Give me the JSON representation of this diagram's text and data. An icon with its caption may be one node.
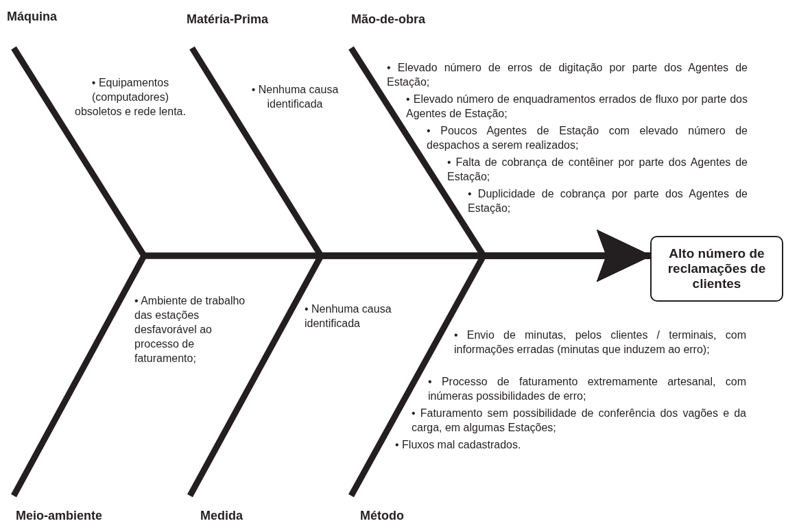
{
  "diagram": {
    "nodes": [
      {
        "text": [
          "Máquina"
        ]
      },
      {
        "text": [
          "Matéria-Prima"
        ]
      },
      {
        "text": [
          "Mão-de-obra"
        ]
      },
      {
        "text": [
          "Alto número de reclamações de clientes"
        ]
      },
      {
        "text": [
          "Meio-ambiente"
        ]
      },
      {
        "text": [
          "Medida"
        ]
      },
      {
        "text": [
          "Método"
        ]
      }
    ],
    "edges": [
      {
        "from": 0,
        "to": 3,
        "arrow": "to"
      },
      {
        "from": 1,
        "to": 3,
        "arrow": "to"
      },
      {
        "from": 2,
        "to": 3,
        "arrow": "to"
      },
      {
        "from": 4,
        "to": 3,
        "arrow": "to"
      },
      {
        "from": 5,
        "to": 3,
        "arrow": "to"
      },
      {
        "from": 6,
        "to": 3,
        "arrow": "to"
      }
    ],
    "labels": [
      "• Equipamentos (computadores) obsoletos e rede lenta.",
      "• Nenhuma causa identificada",
      "• Elevado número de erros de digitação por parte dos Agentes de Estação;",
      "• Elevado número de enquadramentos errados de fluxo por parte dos Agentes de Estação;",
      "• Poucos Agentes de Estação com elevado número de despachos a serem realizados;",
      "• Falta de cobrança de contêiner por parte dos Agentes de Estação;",
      "• Duplicidade de cobrança por parte dos Agentes de Estação;",
      "• Ambiente de trabalho das estações desfavorável ao processo de faturamento;",
      "• Nenhuma causa identificada",
      "• Envio de minutas, pelos clientes / terminais, com informações erradas (minutas que induzem ao erro);",
      "• Processo de faturamento extremamente artesanal, com inúmeras possibilidades de erro;",
      "• Faturamento sem possibilidade de conferência dos vagões e da carga, em algumas Estações;",
      "• Fluxos mal cadastrados."
    ]
  }
}
